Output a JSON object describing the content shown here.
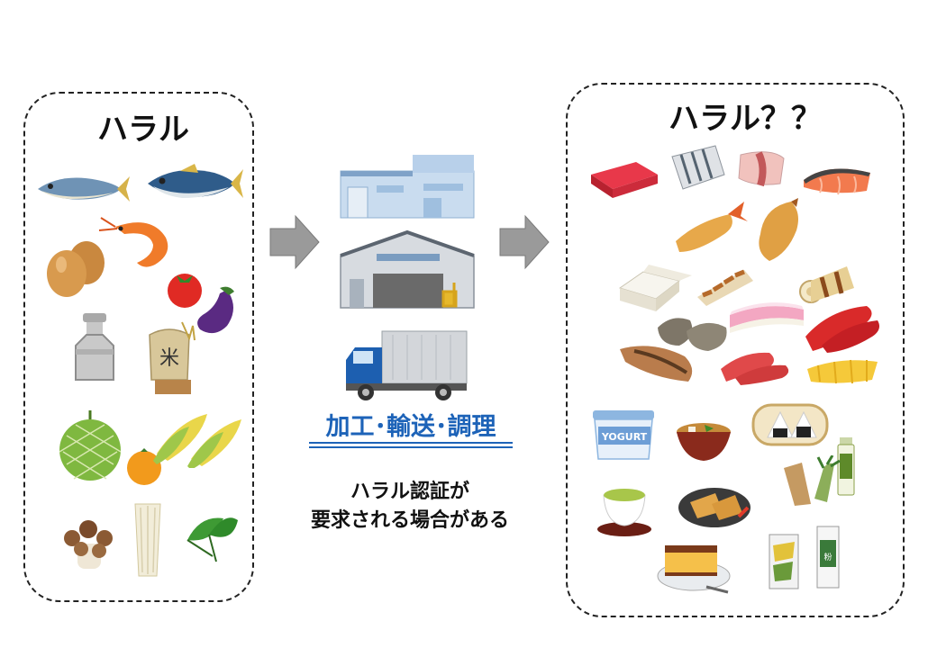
{
  "left_panel": {
    "title": "ハラル"
  },
  "right_panel": {
    "title": "ハラル？？"
  },
  "process": {
    "label": "加工･輸送･調理",
    "note_line1": "ハラル認証が",
    "note_line2": "要求される場合がある"
  },
  "right_items": {
    "yogurt_label": "YOGURT"
  },
  "colors": {
    "accent_blue": "#1d63b8",
    "arrow_gray": "#9a9a9a",
    "border": "#222222"
  }
}
